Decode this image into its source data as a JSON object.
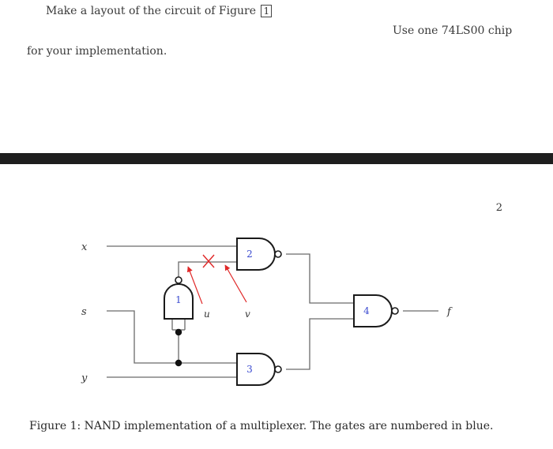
{
  "instruction": {
    "line1": "Make a layout of the circuit of Figure",
    "figure_ref": "1",
    "line2": "Use one 74LS00 chip",
    "line3": "for your implementation."
  },
  "page_number": "2",
  "circuit": {
    "inputs": {
      "x": "x",
      "s": "s",
      "y": "y"
    },
    "output": "f",
    "gate_numbers": {
      "g1": "1",
      "g2": "2",
      "g3": "3",
      "g4": "4"
    },
    "annotations": {
      "u": "u",
      "v": "v"
    },
    "colors": {
      "wire": "#6a6a6a",
      "gate_outline": "#1a1a1a",
      "gate_number": "#3b4bd0",
      "annotation": "#e02828"
    }
  },
  "caption": "Figure 1: NAND implementation of a multiplexer. The gates are numbered in blue."
}
